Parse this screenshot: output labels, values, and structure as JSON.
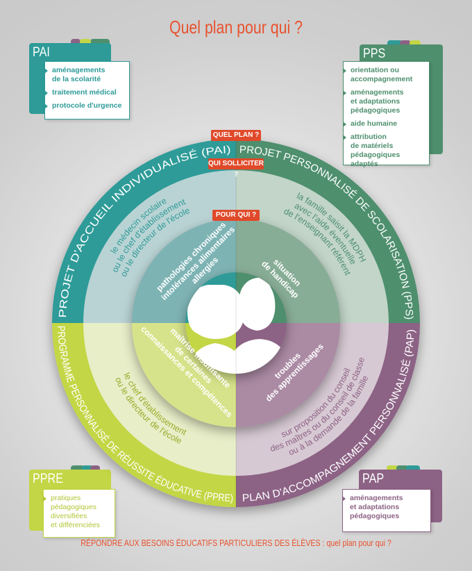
{
  "title": "Quel plan pour qui ?",
  "footer": "RÉPONDRE AUX BESOINS ÉDUCATIFS PARTICULIERS DES ÉLÈVES : quel plan pour qui ?",
  "labels": {
    "quel_plan": "QUEL PLAN ?",
    "qui_solliciter": "QUI SOLLICITER ?",
    "pour_qui": "POUR QUI ?"
  },
  "colors": {
    "pai": "#2e9b98",
    "pps": "#4e8f6e",
    "ppre": "#c3d645",
    "pap": "#8c6285",
    "accent": "#e8522f"
  },
  "cards": {
    "pai": {
      "name": "PAI",
      "items": [
        "aménagements\nde la scolarité",
        "traitement médical",
        "protocole d'urgence"
      ]
    },
    "pps": {
      "name": "PPS",
      "items": [
        "orientation ou\naccompagnement",
        "aménagements\net adaptations\npédagogiques",
        "aide humaine",
        "attribution\nde matériels\npédagogiques adaptés"
      ]
    },
    "ppre": {
      "name": "PPRE",
      "items": [
        "pratiques\npédagogiques\ndiversifiées\net différenciées"
      ]
    },
    "pap": {
      "name": "PAP",
      "items": [
        "aménagements\net adaptations\npédagogiques"
      ]
    }
  },
  "wheel": {
    "plans": {
      "pai": "PROJET D'ACCUEIL INDIVIDUALISÉ (PAI)",
      "pps": "PROJET PERSONNALISÉ DE SCOLARISATION (PPS)",
      "ppre": "PROGRAMME PERSONNALISÉ DE RÉUSSITE ÉDUCATIVE (PPRE)",
      "pap": "PLAN D'ACCOMPAGNEMENT PERSONNALISÉ (PAP)"
    },
    "who_to_ask": {
      "pai": [
        "le médecin scolaire",
        "ou le chef d'établissement",
        "ou le directeur de l'école"
      ],
      "pps": [
        "la famille saisit la MDPH",
        "avec l'aide éventuelle",
        "de l'enseignant référent"
      ],
      "ppre": [
        "le chef d'établissement",
        "ou le directeur de l'école"
      ],
      "pap": [
        "sur proposition du conseil",
        "des maîtres ou du conseil de classe",
        "ou à la demande de la famille"
      ]
    },
    "for_whom": {
      "pai": [
        "pathologies chroniques",
        "intolérances alimentaires",
        "allergies"
      ],
      "pps": [
        "situation",
        "de handicap"
      ],
      "ppre": [
        "maîtrise insuffisante",
        "de certaines",
        "connaissances et compétences"
      ],
      "pap": [
        "troubles",
        "des apprentissages"
      ]
    }
  }
}
